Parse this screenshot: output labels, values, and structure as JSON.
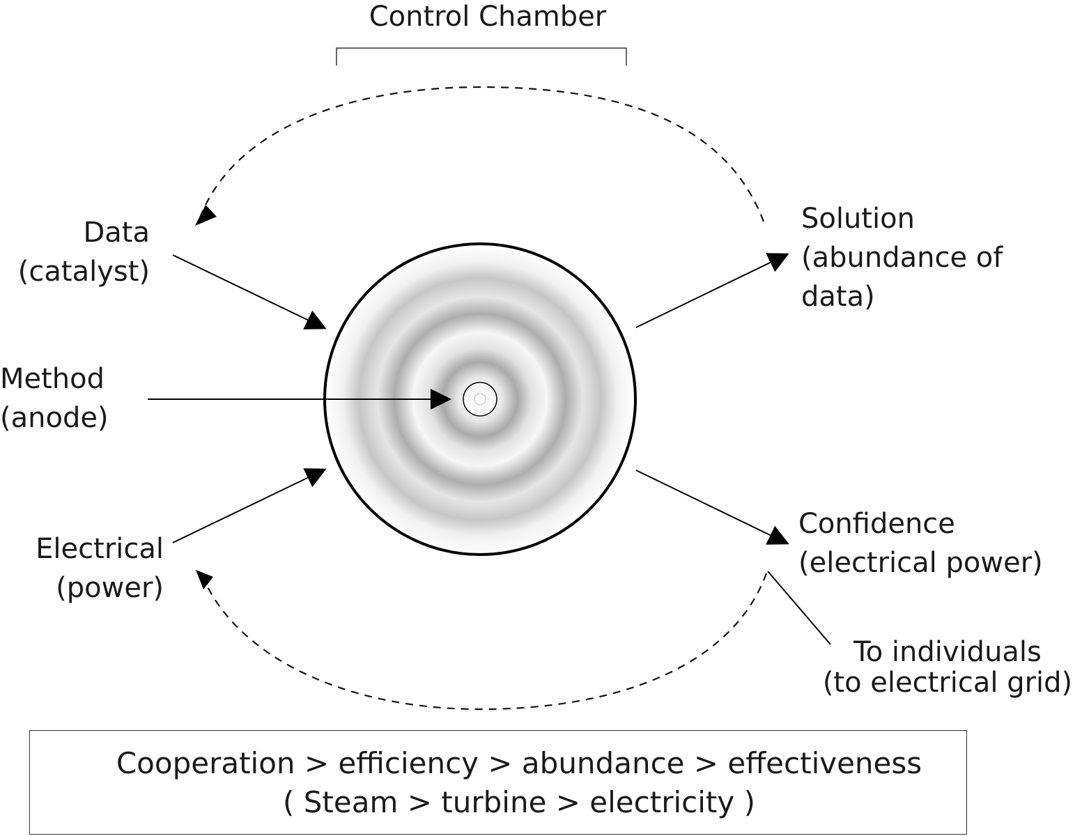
{
  "title": "Control Chamber",
  "inputs": {
    "data": {
      "line1": "Data",
      "line2": "(catalyst)"
    },
    "method": {
      "line1": "Method",
      "line2": "(anode)"
    },
    "electrical": {
      "line1": "Electrical",
      "line2": "(power)"
    }
  },
  "outputs": {
    "solution": {
      "line1": "Solution",
      "line2": "(abundance of",
      "line3": "data)"
    },
    "confidence": {
      "line1": "Confidence",
      "line2": "(electrical power)"
    },
    "individuals": {
      "line1": "To individuals",
      "line2": "(to electrical grid)"
    }
  },
  "summary": {
    "line1": "Cooperation > efficiency > abundance > effectiveness",
    "line2": "( Steam > turbine > electricity )"
  }
}
